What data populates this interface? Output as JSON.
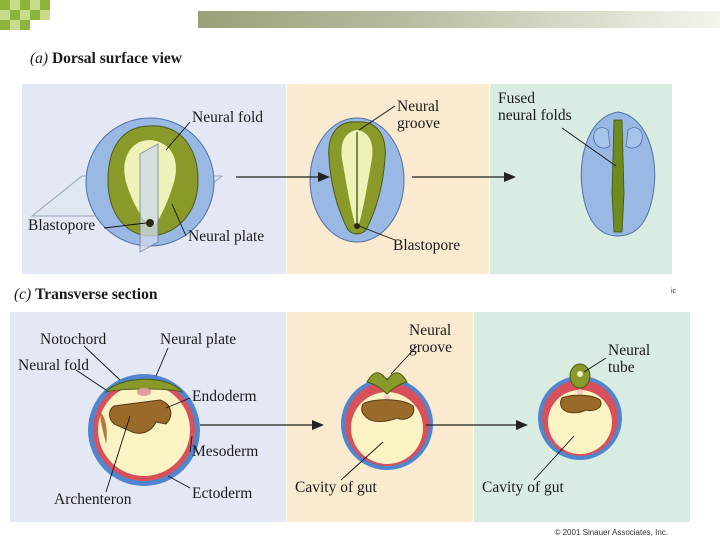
{
  "section_a": {
    "tag": "(a)",
    "title": "Dorsal surface view",
    "labels": {
      "neural_fold": "Neural fold",
      "blastopore_left": "Blastopore",
      "neural_plate": "Neural plate",
      "neural_groove_1": "Neural",
      "neural_groove_2": "groove",
      "blastopore_mid": "Blastopore",
      "fused_1": "Fused",
      "fused_2": "neural folds"
    }
  },
  "section_c": {
    "tag": "(c)",
    "title": "Transverse section",
    "labels": {
      "notochord": "Notochord",
      "neural_plate": "Neural plate",
      "neural_fold": "Neural fold",
      "endoderm": "Endoderm",
      "mesoderm": "Mesoderm",
      "archenteron": "Archenteron",
      "ectoderm": "Ectoderm",
      "neural_groove_1": "Neural",
      "neural_groove_2": "groove",
      "cavity_mid": "Cavity of gut",
      "neural_tube_1": "Neural",
      "neural_tube_2": "tube",
      "cavity_right": "Cavity of gut"
    }
  },
  "stray_mark": "ic",
  "copyright": "© 2001 Sinauer Associates, Inc.",
  "colors": {
    "panel_blue": "#e4e8f4",
    "panel_peach": "#faebd0",
    "panel_mint": "#d8ece2",
    "embryo_blue": "#9ab8e4",
    "neural_green": "#8a9a2a",
    "neural_light": "#eef2b8",
    "ectoderm_blue": "#4f86cf",
    "mesoderm_red": "#d8505a",
    "yolk": "#fbf3c4",
    "endoderm_brown": "#9a6a2a"
  }
}
